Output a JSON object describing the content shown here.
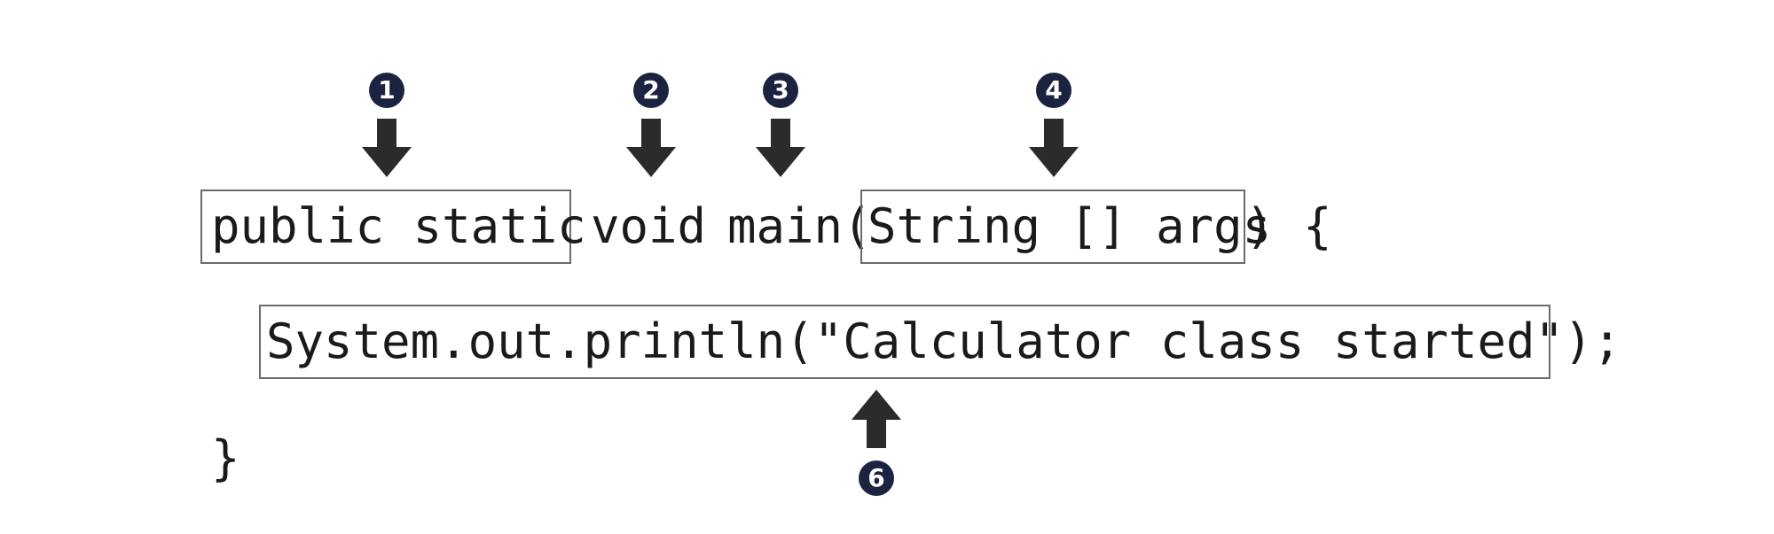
{
  "code": {
    "line1_modifiers": "public static",
    "line1_void": "void",
    "line1_main": "main(",
    "line1_params": "String [] args",
    "line1_close": ") {",
    "line2_statement": "System.out.println(\"Calculator class started\");",
    "line3_brace": "}"
  },
  "callouts": [
    {
      "label": "1"
    },
    {
      "label": "2"
    },
    {
      "label": "3"
    },
    {
      "label": "4"
    },
    {
      "label": "6"
    }
  ]
}
